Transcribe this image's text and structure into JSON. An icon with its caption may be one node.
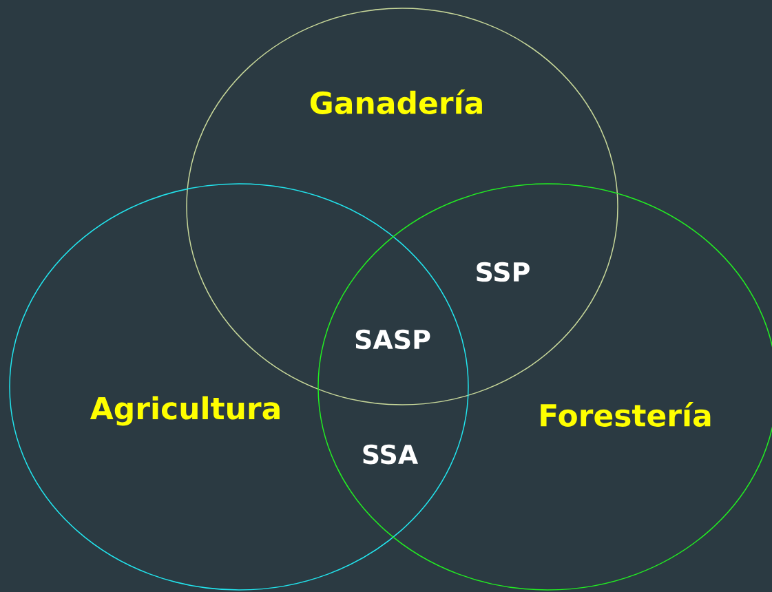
{
  "diagram": {
    "nodes": [
      {
        "text": [
          "Ganadería"
        ]
      },
      {
        "text": [
          "Agricultura"
        ]
      },
      {
        "text": [
          "Forestería"
        ]
      }
    ],
    "labels": [
      "SSP",
      "SASP",
      "SSA"
    ]
  }
}
